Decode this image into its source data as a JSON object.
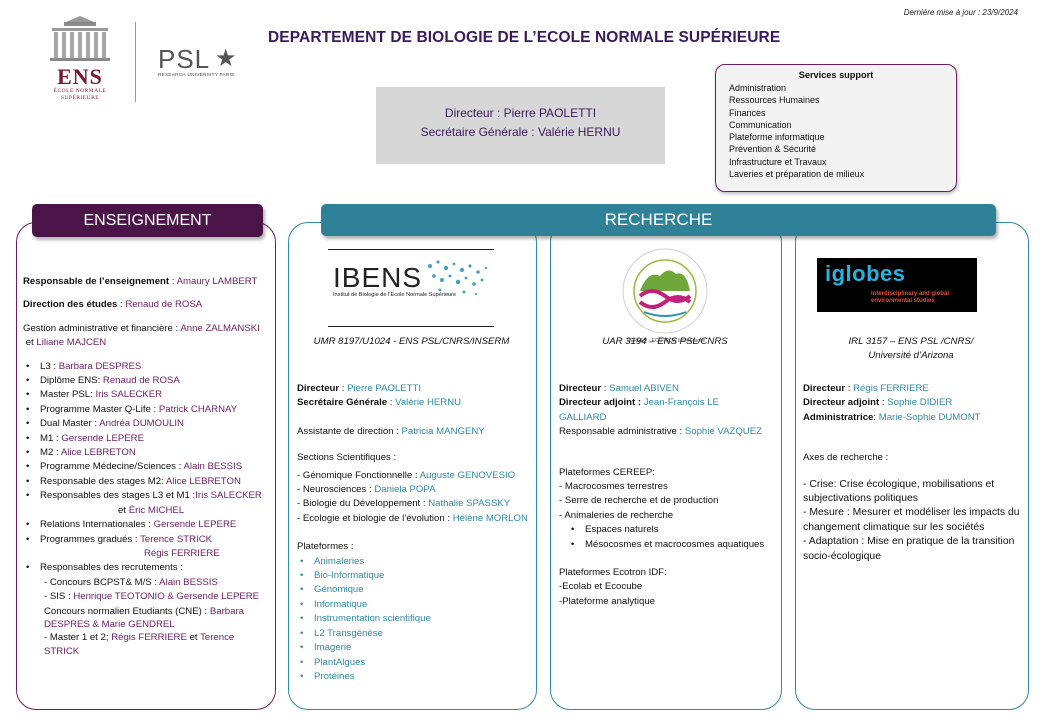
{
  "header": {
    "last_update": "Dernière mise à jour : 23/9/2024",
    "title": "DEPARTEMENT DE BIOLOGIE DE L’ECOLE NORMALE SUPÉRIEURE"
  },
  "logos": {
    "ens": "ENS",
    "ens_sub1": "ÉCOLE NORMALE",
    "ens_sub2": "SUPÉRIEURE",
    "psl": "PSL",
    "psl_sub": "RESEARCH UNIVERSITY PARIS",
    "ibens": "IBENS",
    "ibens_sub": "Institut de Biologie de l’Ecole Normale Supérieure",
    "cereep_ring": "CEREEP · ECOTRON IleDeFrance",
    "iglobes": "iglobes",
    "iglobes_sub1": "interdisciplinary and global",
    "iglobes_sub2": "environmental studies"
  },
  "direction": {
    "line1": "Directeur : Pierre PAOLETTI",
    "line2": "Secrétaire Générale : Valérie HERNU"
  },
  "services": {
    "title": "Services support",
    "items": [
      "Administration",
      "Ressources Humaines",
      "Finances",
      "Communication",
      "Plateforme informatique",
      "Prévention & Sécurité",
      "Infrastructure et Travaux",
      "Laveries et préparation de milieux"
    ]
  },
  "sections": {
    "enseignement": "ENSEIGNEMENT",
    "recherche": "RECHERCHE"
  },
  "enseignement": {
    "resp_label": "Responsable de l’enseignement",
    "resp_name": "Amaury LAMBERT",
    "dir_label": "Direction des études",
    "dir_name": "Renaud de ROSA",
    "gest_label": "Gestion administrative et financière :",
    "gest_name1": "Anne ZALMANSKI",
    "gest_and": "et",
    "gest_name2": "Liliane MAJCEN",
    "l3_label": "L3 :",
    "l3_name": "Barbara DESPRES",
    "dipl_label": "Diplôme ENS:",
    "dipl_name": "Renaud de ROSA",
    "mpsl_label": "Master PSL:",
    "mpsl_name": "Iris SALECKER",
    "mql_label": "Programme Master Q-Life :",
    "mql_name": "Patrick CHARNAY",
    "dual_label": "Dual Master :",
    "dual_name": "Andréa DUMOULIN",
    "m1_label": "M1 :",
    "m1_name": "Gersende LEPERE",
    "m2_label": "M2 :",
    "m2_name": "Alice LEBRETON",
    "med_label": "Programme Médecine/Sciences :",
    "med_name": "Alain BESSIS",
    "st_m2_label": "Responsable des stages M2:",
    "st_m2_name": "Alice LEBRETON",
    "st_l3_label": "Responsables des stages L3 et M1 :",
    "st_l3_name1": "Iris SALECKER",
    "st_l3_and": "et",
    "st_l3_name2": "Éric MICHEL",
    "ri_label": "Relations Internationales :",
    "ri_name": "Gersende LEPERE",
    "pg_label": "Programmes gradués :",
    "pg_name1": "Terence STRICK",
    "pg_name2": "Régis FERRIERE",
    "rec_label": "Responsables des recrutements :",
    "bcpst_label": "- Concours BCPST& M/S :",
    "bcpst_name": "Alain BESSIS",
    "sis_label": "- SIS :",
    "sis_name": "Henrique TEOTONIO & Gersende LEPERE",
    "cne_label": "Concours normalien Etudiants (CNE) :",
    "cne_name": "Barbara DESPRES & Marie GENDREL",
    "master_label": "- Master 1 et 2;",
    "master_name1": "Régis FERRIERE",
    "master_and": "et",
    "master_name2": "Terence STRICK"
  },
  "ibens": {
    "unit": "UMR 8197/U1024 - ENS PSL/CNRS/INSERM",
    "dir_label": "Directeur",
    "dir_name": "Pierre PAOLETTI",
    "sg_label": "Secrétaire Générale",
    "sg_name": "Valérie HERNU",
    "ass_label": "Assistante de direction :",
    "ass_name": "Patricia MANGENY",
    "sec_title": "Sections Scientifiques :",
    "sections": [
      {
        "label": "- Génomique Fonctionnelle :",
        "name": "Auguste GENOVESIO"
      },
      {
        "label": "- Neurosciences :",
        "name": "Daniela POPA"
      },
      {
        "label": "- Biologie du Développement :",
        "name": "Nathalie SPASSKY"
      },
      {
        "label": "- Ecologie et biologie de l’évolution :",
        "name": "Hélène MORLON"
      }
    ],
    "plat_title": "Plateformes :",
    "platforms": [
      "Animaleries",
      "Bio-Informatique",
      "Génomique",
      "Informatique",
      "Instrumentation scientifique",
      "L2 Transgénèse",
      "Imagerie",
      "PlantAlgues",
      "Protéines"
    ]
  },
  "cereep": {
    "unit": "UAR 3194 – ENS PSL/CNRS",
    "dir_label": "Directeur",
    "dir_name": "Samuel ABIVEN",
    "adj_label": "Directeur adjoint :",
    "adj_name1": "Jean-François LE",
    "adj_name2": "GALLIARD",
    "ra_label": "Responsable administrative :",
    "ra_name": "Sophie VAZQUEZ",
    "plat_title": "Plateformes CEREEP:",
    "plat_items": [
      "- Macrocosmes terrestres",
      "- Serre de recherche et de production",
      "- Animaleries de recherche"
    ],
    "sub_items": [
      "Espaces naturels",
      "Mésocosmes et macrocosmes aquatiques"
    ],
    "eco_title": "Plateformes Ecotron IDF:",
    "eco_items": [
      "-Ecolab et Ecocube",
      "-Plateforme analytique"
    ]
  },
  "iglobes_col": {
    "unit1": "IRL 3157 – ENS PSL /CNRS/",
    "unit2": "Université d’Arizona",
    "dir_label": "Directeur",
    "dir_name": "Régis FERRIERE",
    "adj_label": "Directeur adjoint",
    "adj_name": "Sophie DIDIER",
    "adm_label": "Administratrice",
    "adm_name": "Marie-Sophie DUMONT",
    "axes_title": "Axes de recherche :",
    "axes": [
      "- Crise: Crise écologique, mobilisations et subjectivations politiques",
      " - Mesure : Mesurer et modéliser les impacts du changement climatique sur les sociétés",
      "- Adaptation : Mise en pratique de la transition socio-écologique"
    ]
  }
}
